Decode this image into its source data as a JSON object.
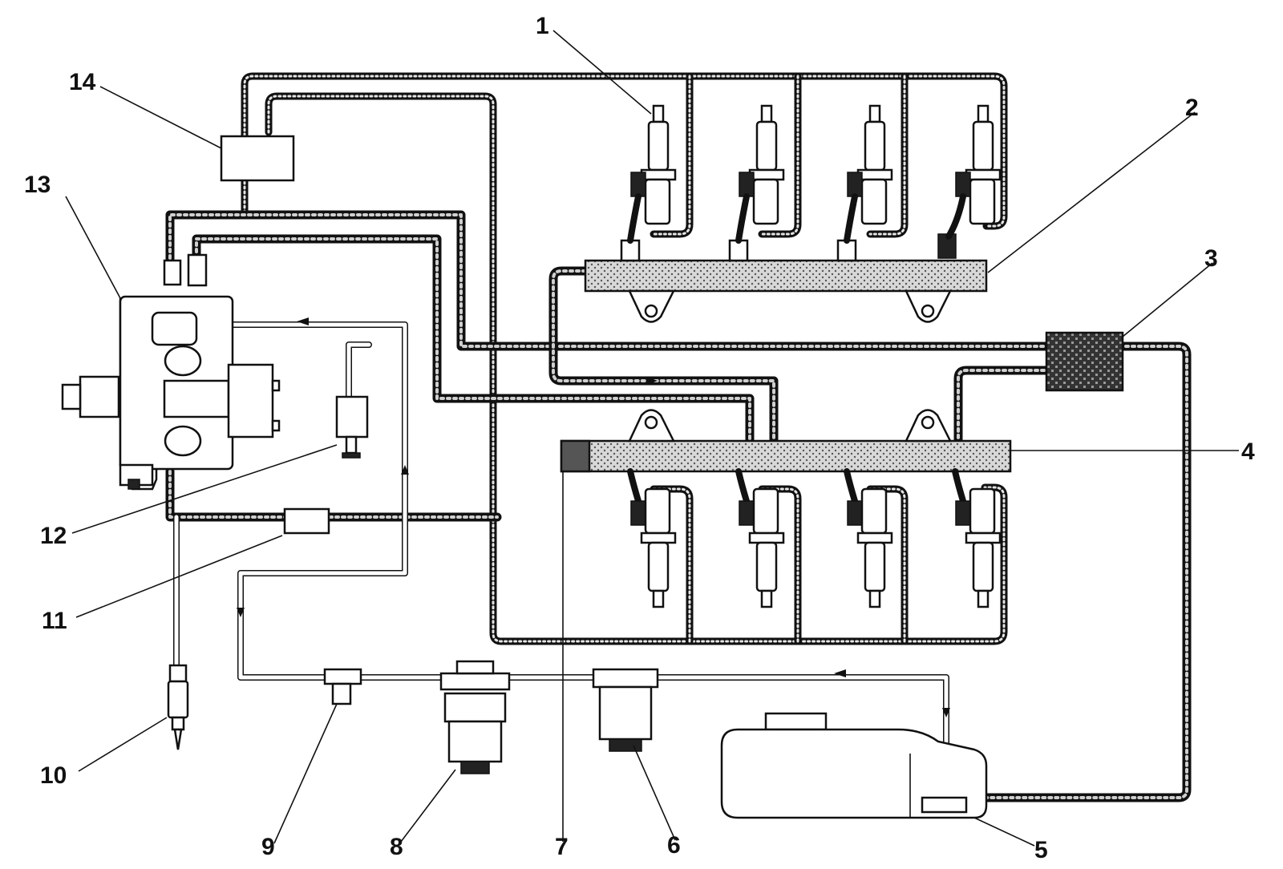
{
  "callouts": [
    {
      "id": "1",
      "text": "1"
    },
    {
      "id": "2",
      "text": "2"
    },
    {
      "id": "3",
      "text": "3"
    },
    {
      "id": "4",
      "text": "4"
    },
    {
      "id": "5",
      "text": "5"
    },
    {
      "id": "6",
      "text": "6"
    },
    {
      "id": "7",
      "text": "7"
    },
    {
      "id": "8",
      "text": "8"
    },
    {
      "id": "9",
      "text": "9"
    },
    {
      "id": "10",
      "text": "10"
    },
    {
      "id": "11",
      "text": "11"
    },
    {
      "id": "12",
      "text": "12"
    },
    {
      "id": "13",
      "text": "13"
    },
    {
      "id": "14",
      "text": "14"
    }
  ],
  "colors": {
    "line": "#111111",
    "background": "#ffffff"
  }
}
